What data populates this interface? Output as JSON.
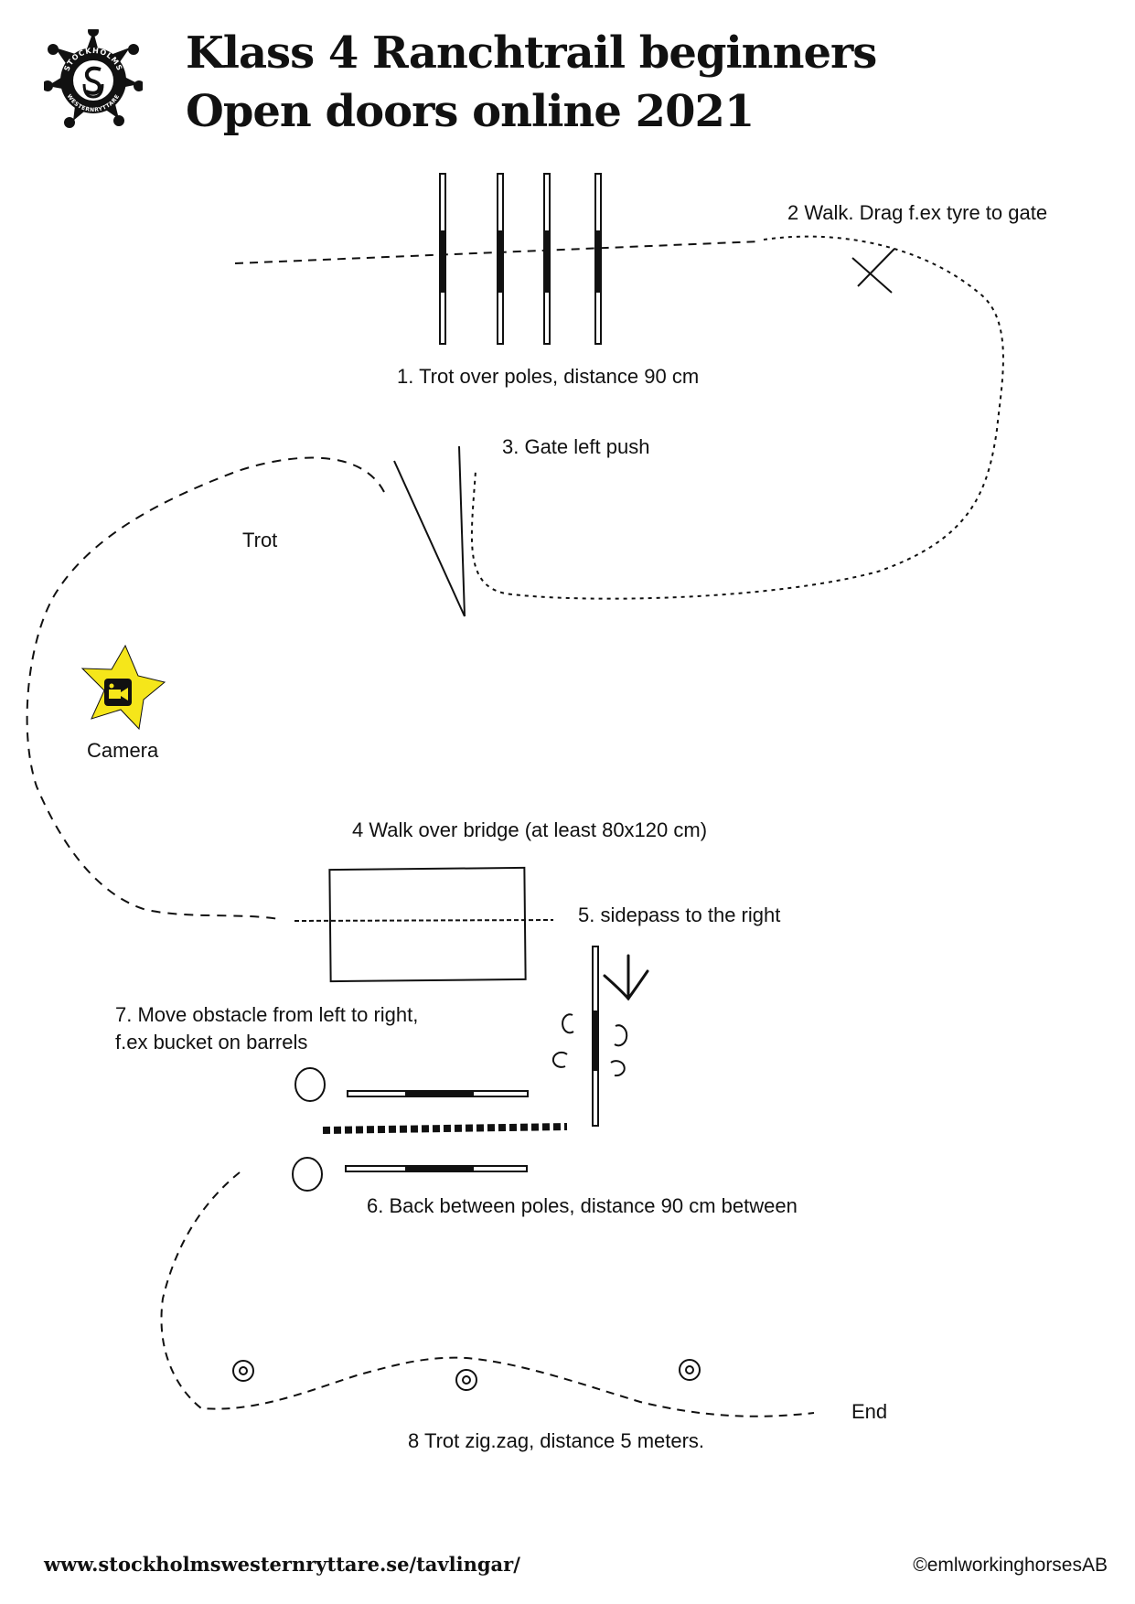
{
  "header": {
    "title_line1": "Klass 4 Ranchtrail beginners",
    "title_line2": "Open doors online 2021",
    "logo": {
      "icon": "sheriff-star-logo",
      "text_top": "STOCKHOLMS",
      "text_bottom": "WESTERNRYTTARE"
    }
  },
  "obstacles": {
    "poles": "1. Trot over poles, distance 90 cm",
    "drag": "2 Walk. Drag f.ex tyre to gate",
    "gate": "3. Gate left push",
    "trot": "Trot",
    "camera": "Camera",
    "bridge": "4 Walk over bridge (at least 80x120 cm)",
    "sidepass": "5. sidepass to the right",
    "move_line1": "7. Move obstacle from left to right,",
    "move_line2": "f.ex bucket on barrels",
    "backup": "6. Back between poles, distance 90 cm between",
    "zigzag": "8 Trot zig.zag, distance 5 meters.",
    "end": "End"
  },
  "icons": {
    "camera_star": "camera-star-icon",
    "cross_marker": "cross-marker-icon",
    "cone_marker": "cone-marker-icon",
    "barrel": "barrel-icon"
  },
  "colors": {
    "camera_star_fill": "#f5e61a",
    "ink": "#111111"
  },
  "footer": {
    "url": "www.stockholmswesternryttare.se/tavlingar/",
    "copyright": "©emlworkinghorsesAB"
  }
}
